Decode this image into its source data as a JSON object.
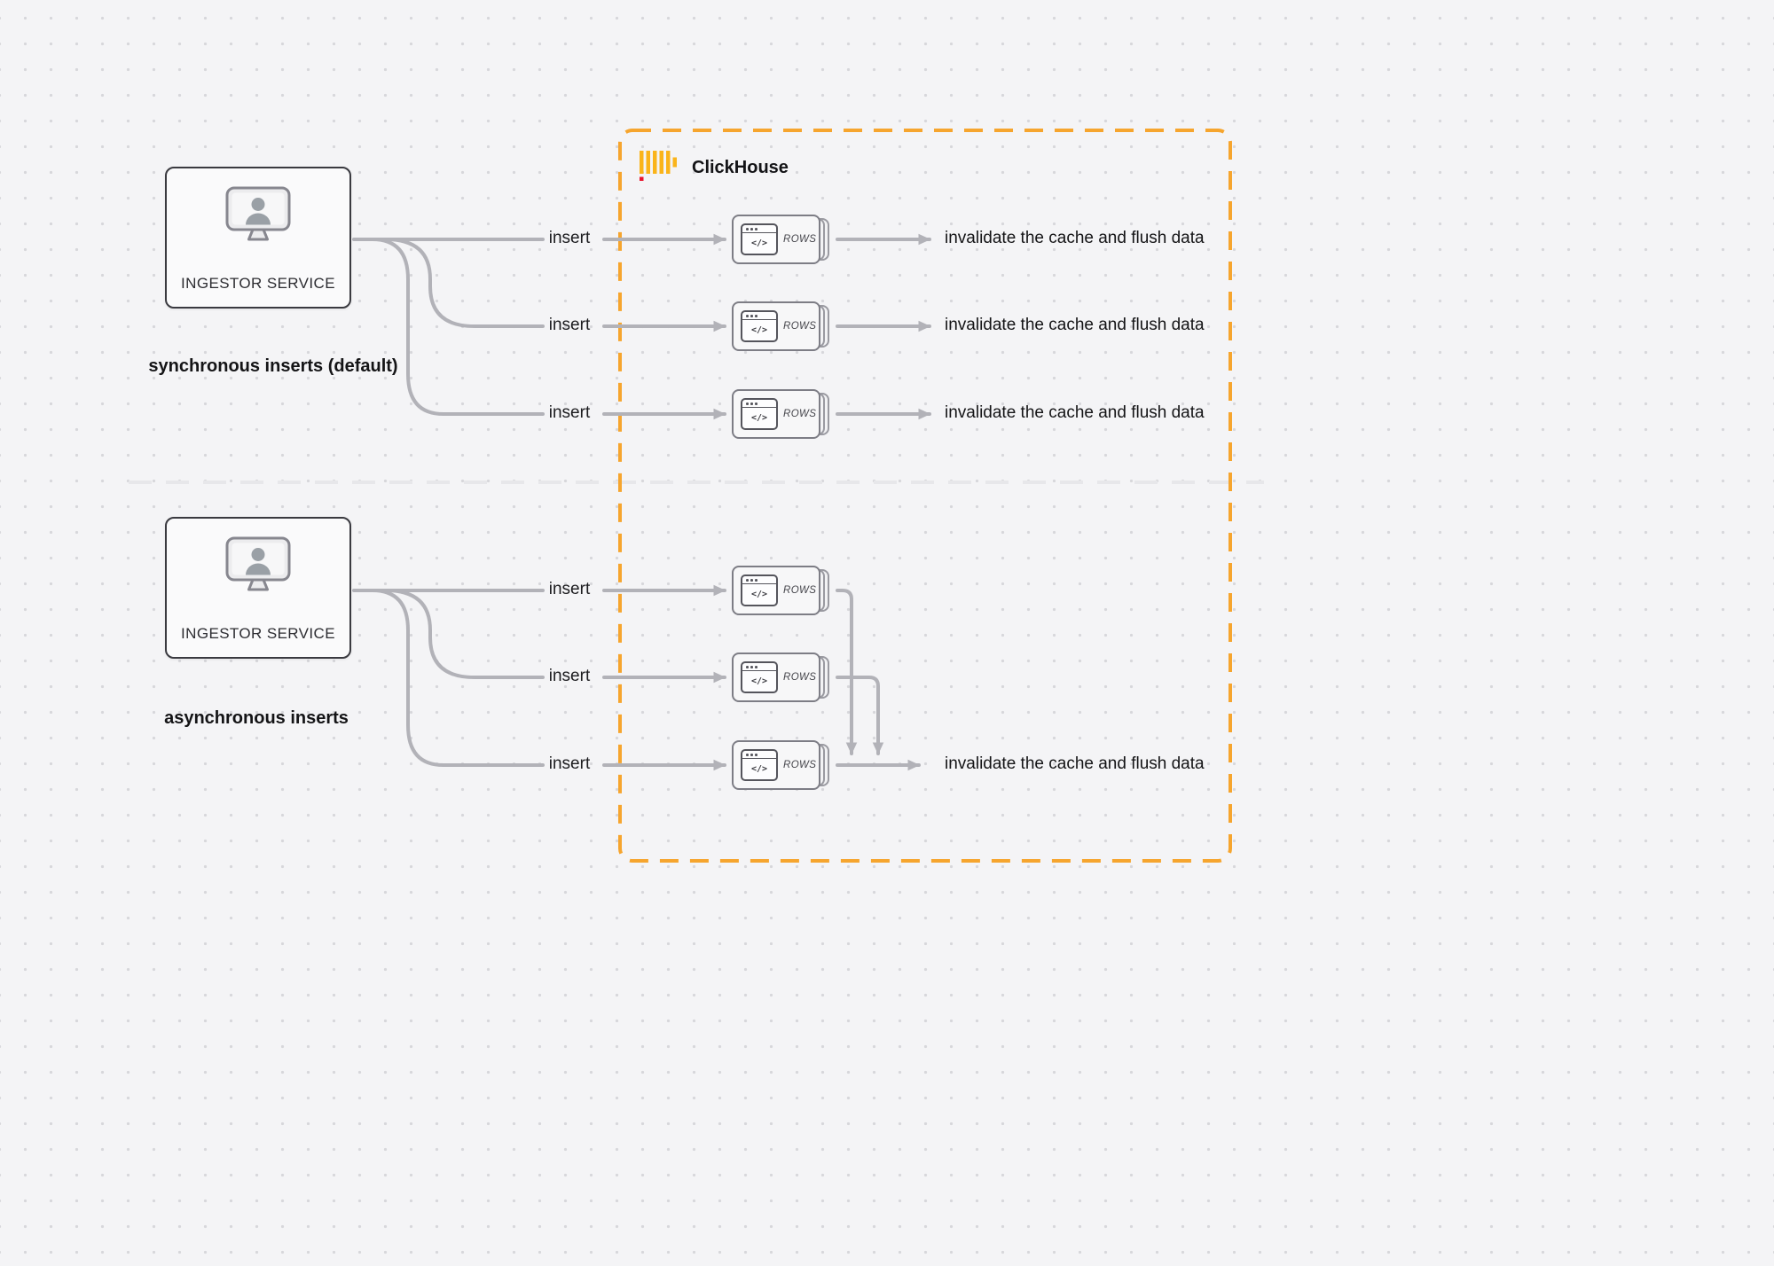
{
  "clickhouse": {
    "title": "ClickHouse"
  },
  "sync": {
    "service": "INGESTOR SERVICE",
    "caption": "synchronous inserts (default)",
    "inserts": [
      "insert",
      "insert",
      "insert"
    ],
    "results": [
      "invalidate the cache and flush data",
      "invalidate the cache and flush data",
      "invalidate the cache and flush data"
    ]
  },
  "async": {
    "service": "INGESTOR SERVICE",
    "caption": "asynchronous inserts",
    "inserts": [
      "insert",
      "insert",
      "insert"
    ],
    "result": "invalidate the cache and flush data"
  },
  "rows_card": {
    "code": "</>",
    "label": "ROWS"
  },
  "colors": {
    "accent_orange": "#F6A52E",
    "connector_gray": "#b2b2b8",
    "logo_yellow": "#FAB41A",
    "logo_red": "#E9152D",
    "node_border": "#3a3a40"
  }
}
